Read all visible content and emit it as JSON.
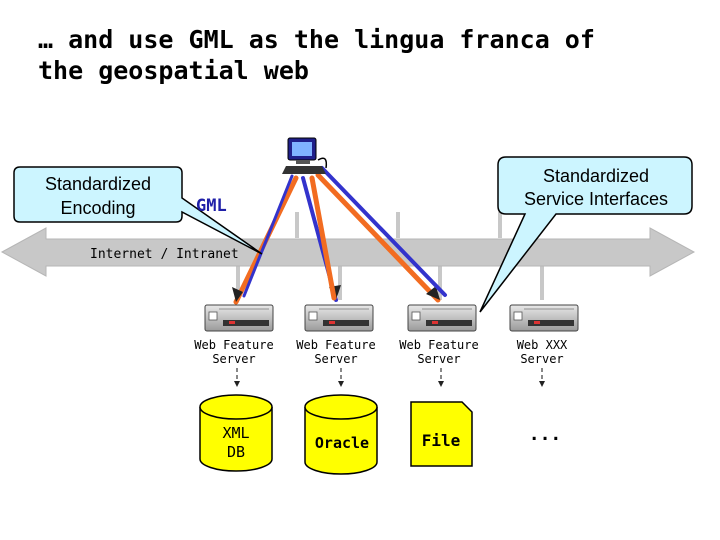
{
  "slide": {
    "title_line1": "… and use GML as the lingua franca of",
    "title_line2": "the geospatial web"
  },
  "callouts": {
    "encoding_line1": "Standardized",
    "encoding_line2": "Encoding",
    "interfaces_line1": "Standardized",
    "interfaces_line2": "Service Interfaces"
  },
  "network": {
    "label": "Internet / Intranet",
    "gml_label": "GML"
  },
  "servers": [
    {
      "line1": "Web Feature",
      "line2": "Server"
    },
    {
      "line1": "Web Feature",
      "line2": "Server"
    },
    {
      "line1": "Web Feature",
      "line2": "Server"
    },
    {
      "line1": "Web XXX",
      "line2": "Server"
    }
  ],
  "stores": {
    "xml_line1": "XML",
    "xml_line2": "DB",
    "oracle": "Oracle",
    "file": "File",
    "ellipsis": "..."
  },
  "colors": {
    "orange_arrow": "#F26C21",
    "blue_arrow": "#3333CC",
    "callout_fill": "#CCF5FF",
    "database_fill": "#FFFF00",
    "network_bar": "#C8C8C8"
  }
}
